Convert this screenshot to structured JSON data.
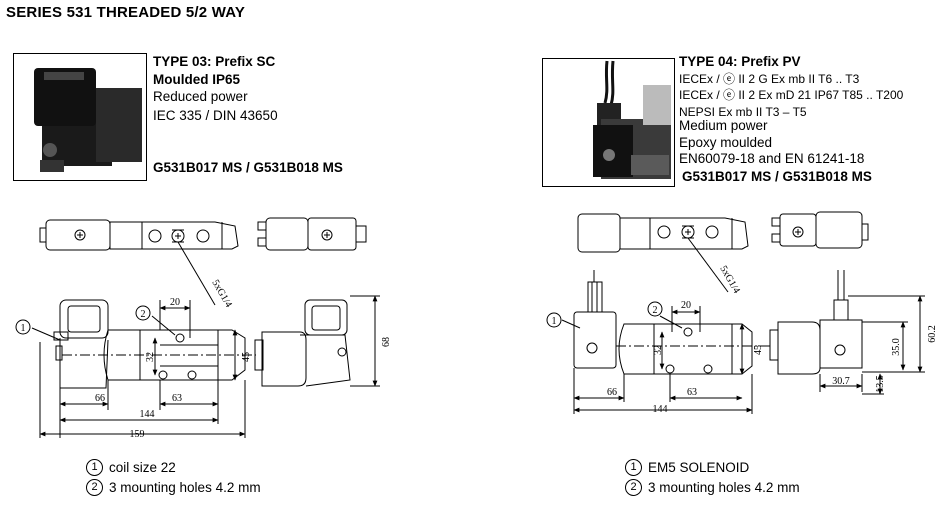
{
  "title": "SERIES 531 THREADED 5/2 WAY",
  "left": {
    "type_label": "TYPE 03: Prefix SC",
    "lines": [
      "Moulded IP65",
      "Reduced power",
      "IEC 335 / DIN 43650"
    ],
    "codes": "G531B017 MS / G531B018 MS",
    "port_label": "5xG1/4",
    "dims": {
      "d20": "20",
      "d32": "32",
      "d45": "45",
      "d68": "68",
      "d66": "66",
      "d63": "63",
      "d144": "144",
      "d159": "159"
    },
    "callouts": {
      "c1": "1",
      "c2": "2"
    },
    "legend": [
      {
        "num": "1",
        "text": "coil size 22"
      },
      {
        "num": "2",
        "text": "3 mounting holes 4.2 mm"
      }
    ]
  },
  "right": {
    "type_label": "TYPE 04: Prefix PV",
    "cert_lines": [
      "IECEx / ⓔ II 2 G Ex mb II T6 .. T3",
      "IECEx / ⓔ II 2 Ex mD 21 IP67 T85 .. T200",
      "NEPSI Ex mb II T3 – T5"
    ],
    "lines": [
      "Medium  power",
      "Epoxy moulded",
      "EN60079-18 and EN 61241-18"
    ],
    "codes": "G531B017 MS / G531B018 MS",
    "port_label": "5xG1/4",
    "dims": {
      "d20": "20",
      "d32": "32",
      "d45": "45",
      "d66": "66",
      "d63": "63",
      "d144": "144",
      "d60_2": "60.2",
      "d35_0": "35.0",
      "d13_5": "13.5",
      "d30_7": "30.7"
    },
    "callouts": {
      "c1": "1",
      "c2": "2"
    },
    "legend": [
      {
        "num": "1",
        "text": "EM5 SOLENOID"
      },
      {
        "num": "2",
        "text": "3 mounting holes 4.2 mm"
      }
    ]
  }
}
